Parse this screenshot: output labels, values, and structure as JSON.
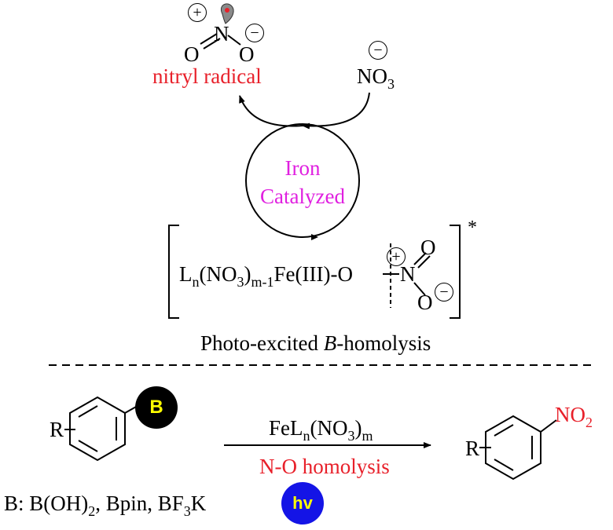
{
  "nitryl": {
    "plus": "+",
    "n_atom": "N",
    "minus": "−",
    "o_left": "O",
    "o_right": "O",
    "label": "nitryl radical"
  },
  "nitrate": {
    "minus": "−",
    "formula": "NO",
    "subscript": "3"
  },
  "catalysis": {
    "line1": "Iron",
    "line2": "Catalyzed"
  },
  "excited_complex": {
    "l": "L",
    "n_sub": "n",
    "no3_open": "(NO",
    "no3_sub": "3",
    "no3_close": ")",
    "m1_sub": "m-1",
    "fe": "Fe(III)-O",
    "plus": "+",
    "n_atom": "N",
    "o_top": "O",
    "o_bottom": "O",
    "minus": "−",
    "star": "*"
  },
  "mechanism_caption": {
    "pre": "Photo-excited ",
    "italic": "B",
    "post": "-homolysis"
  },
  "reaction": {
    "reactant_r": "R",
    "boron_badge": "B",
    "reagent_fe": "FeL",
    "reagent_n_sub": "n",
    "reagent_no3": "(NO",
    "reagent_3_sub": "3",
    "reagent_close": ")",
    "reagent_m_sub": "m",
    "condition": "N-O homolysis",
    "light_badge": "hv",
    "product_r": "R",
    "product_no2": "NO",
    "product_2_sub": "2"
  },
  "boron_legend": {
    "text1": "B: B(OH)",
    "sub1": "2",
    "text2": ", Bpin, BF",
    "sub2": "3",
    "text3": "K"
  },
  "colors": {
    "red_text": "#e8202a",
    "magenta_text": "#e020e0",
    "boron_badge_fill": "#000000",
    "boron_badge_text": "#ffff00",
    "light_badge_fill": "#1414e6",
    "light_badge_text": "#ffff00",
    "radical_dot": "#e8202a"
  }
}
